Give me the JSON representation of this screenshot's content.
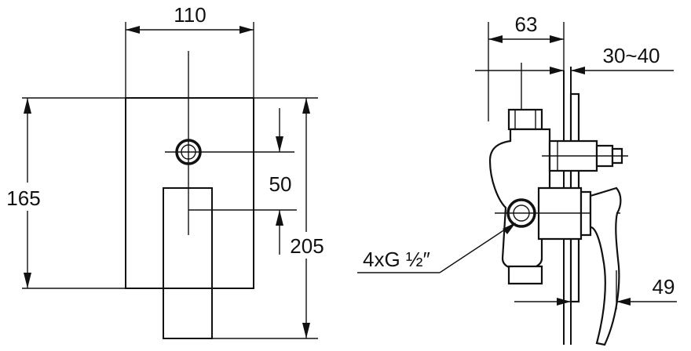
{
  "dimensions": {
    "front_width": "110",
    "front_height": "165",
    "front_offset": "50",
    "front_total_height": "205",
    "side_depth": "63",
    "side_wall_range": "30~40",
    "side_connection": "4xG ½″",
    "side_handle": "49"
  }
}
